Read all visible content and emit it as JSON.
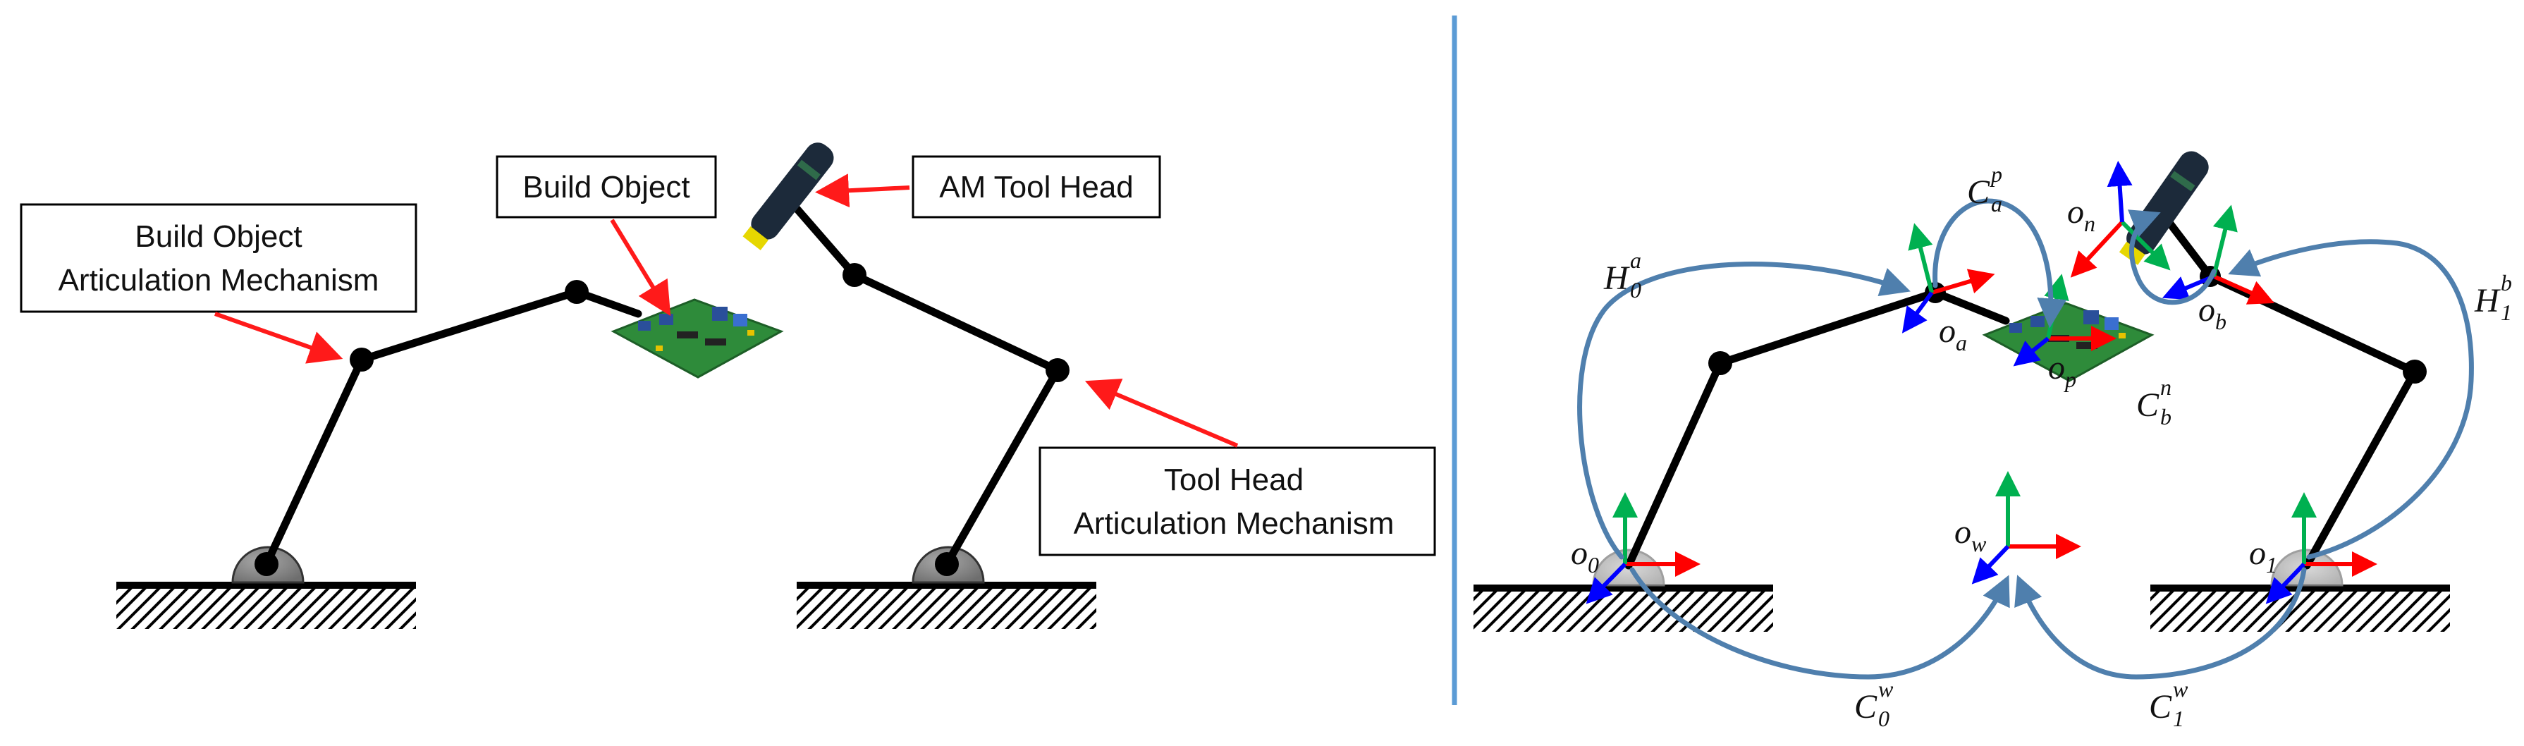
{
  "colors": {
    "link": "#000000",
    "callout_arrow": "#ff1a1a",
    "transform_arrow": "#4f7fad",
    "divider": "#5b9bd5",
    "axis_x": "#ff0000",
    "axis_y": "#00b050",
    "axis_z": "#0000ff",
    "pcb": "#2e8b3a",
    "tool": "#1c2a3a",
    "tool_tip": "#e6d700"
  },
  "left_panel": {
    "build_object_mechanism": {
      "line1": "Build Object",
      "line2": "Articulation Mechanism"
    },
    "build_object": "Build Object",
    "am_tool_head": "AM Tool Head",
    "tool_head_mechanism": {
      "line1": "Tool Head",
      "line2": "Articulation Mechanism"
    }
  },
  "right_panel": {
    "frames": {
      "o0": {
        "base": "o",
        "sub": "0"
      },
      "o1": {
        "base": "o",
        "sub": "1"
      },
      "ow": {
        "base": "o",
        "sub": "w"
      },
      "oa": {
        "base": "o",
        "sub": "a"
      },
      "ob": {
        "base": "o",
        "sub": "b"
      },
      "on": {
        "base": "o",
        "sub": "n"
      },
      "op": {
        "base": "o",
        "sub": "p"
      }
    },
    "transforms": {
      "H0a": {
        "base": "H",
        "sub": "0",
        "sup": "a"
      },
      "H1b": {
        "base": "H",
        "sub": "1",
        "sup": "b"
      },
      "Cap": {
        "base": "C",
        "sub": "a",
        "sup": "p"
      },
      "Cbn": {
        "base": "C",
        "sub": "b",
        "sup": "n"
      },
      "C0w": {
        "base": "C",
        "sub": "0",
        "sup": "w"
      },
      "C1w": {
        "base": "C",
        "sub": "1",
        "sup": "w"
      }
    }
  }
}
